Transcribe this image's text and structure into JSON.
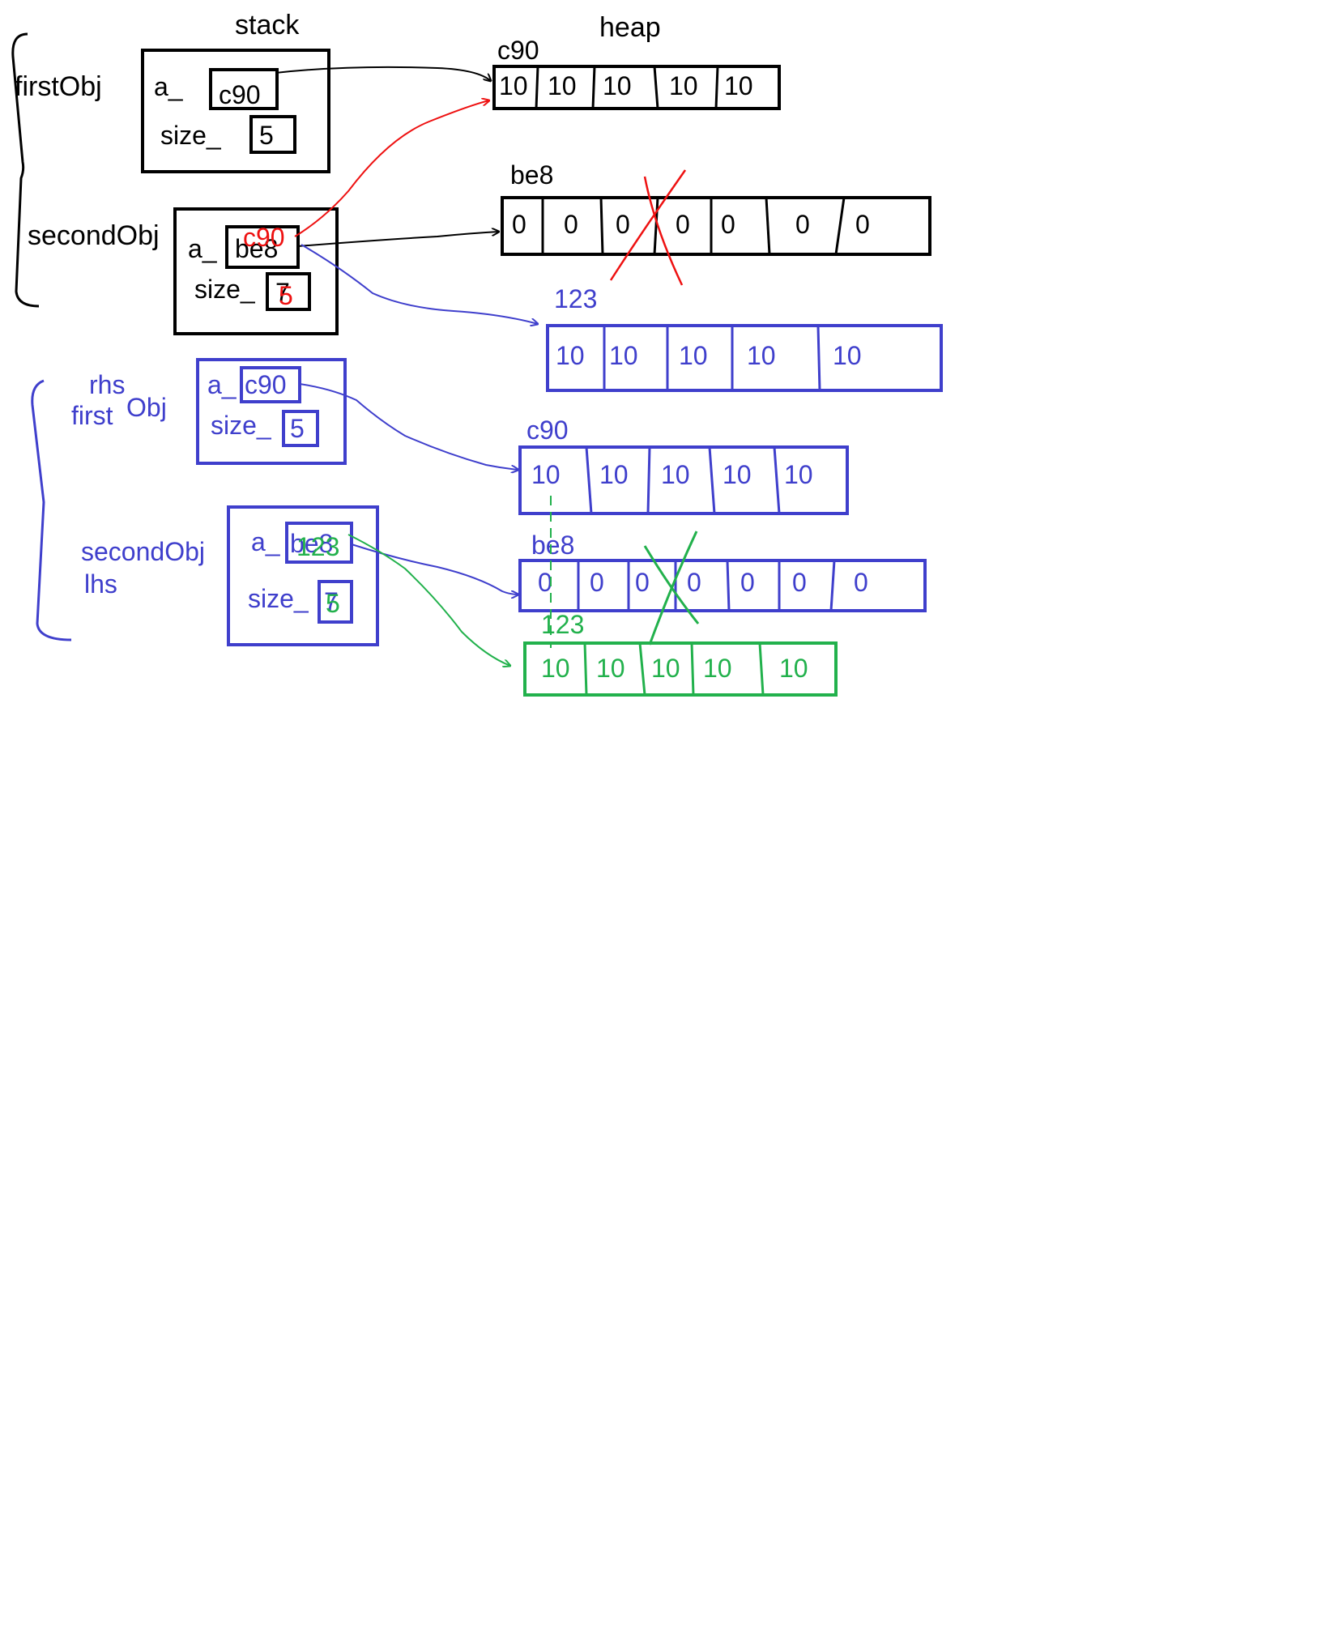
{
  "labels": {
    "stack": "stack",
    "heap": "heap",
    "first_obj": "firstObj",
    "second_obj": "secondObj",
    "rhs": "rhs",
    "first_obj_split_a": "first",
    "first_obj_split_b": "Obj",
    "second_obj_blue": "secondObj",
    "lhs": "lhs",
    "a_field": "a_",
    "size_field": "size_"
  },
  "stack": {
    "first_obj": {
      "a_value": "c90",
      "size_value": "5"
    },
    "second_obj": {
      "a_value": "be8",
      "a_new_value": "c90",
      "size_value": "7",
      "size_new_value": "5"
    }
  },
  "params": {
    "rhs_obj": {
      "a_value": "c90",
      "size_value": "5"
    },
    "lhs_obj": {
      "a_value": "be8",
      "a_new_value": "123",
      "size_value": "7",
      "size_new_value": "5"
    }
  },
  "heap": {
    "c90_black": {
      "address": "c90",
      "cells": [
        "10",
        "10",
        "10",
        "10",
        "10"
      ]
    },
    "be8_black": {
      "address": "be8",
      "cells": [
        "0",
        "0",
        "0",
        "0",
        "0",
        "0",
        "0"
      ]
    },
    "h123_blue": {
      "address": "123",
      "cells": [
        "10",
        "10",
        "10",
        "10",
        "10"
      ]
    },
    "c90_blue": {
      "address": "c90",
      "cells": [
        "10",
        "10",
        "10",
        "10",
        "10"
      ]
    },
    "be8_blue": {
      "address": "be8",
      "cells": [
        "0",
        "0",
        "0",
        "0",
        "0",
        "0",
        "0"
      ]
    },
    "h123_green": {
      "address": "123",
      "cells": [
        "10",
        "10",
        "10",
        "10",
        "10"
      ]
    }
  },
  "colors": {
    "black": "#000000",
    "red": "#ee1111",
    "blue": "#3f3fcc",
    "green": "#22b14c"
  }
}
